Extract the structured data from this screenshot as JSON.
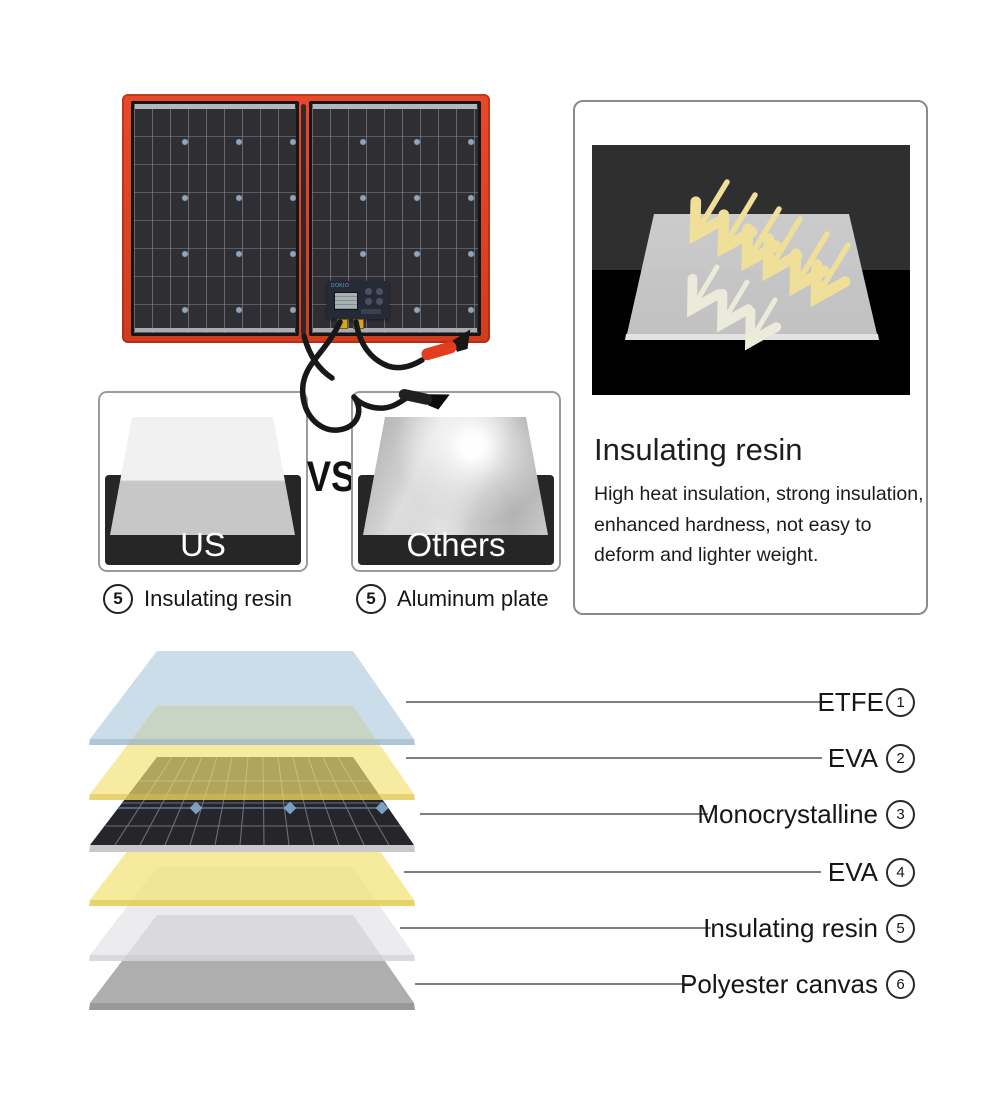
{
  "product_photo": {
    "controller_brand": "DOKIO"
  },
  "comparison": {
    "vs_label": "VS",
    "us": {
      "panel_label": "US",
      "caption_number": "5",
      "caption": "Insulating resin"
    },
    "others": {
      "panel_label": "Others",
      "caption_number": "5",
      "caption": "Aluminum plate"
    }
  },
  "info_card": {
    "title": "Insulating resin",
    "description_lines": [
      "High heat insulation, strong insulation,",
      "enhanced hardness, not easy to",
      "deform and lighter weight."
    ]
  },
  "layer_diagram": {
    "layers": [
      {
        "label": "ETFE",
        "number": "1"
      },
      {
        "label": "EVA",
        "number": "2"
      },
      {
        "label": "Monocrystalline",
        "number": "3"
      },
      {
        "label": "EVA",
        "number": "4"
      },
      {
        "label": "Insulating resin",
        "number": "5"
      },
      {
        "label": "Polyester canvas",
        "number": "6"
      }
    ]
  },
  "colors": {
    "frame_red": "#e04526",
    "etfe_blue": "#a8c6db",
    "eva_yellow": "#f3e276",
    "arrow_yellow": "#f0df99",
    "arrow_white": "#eceadb"
  }
}
